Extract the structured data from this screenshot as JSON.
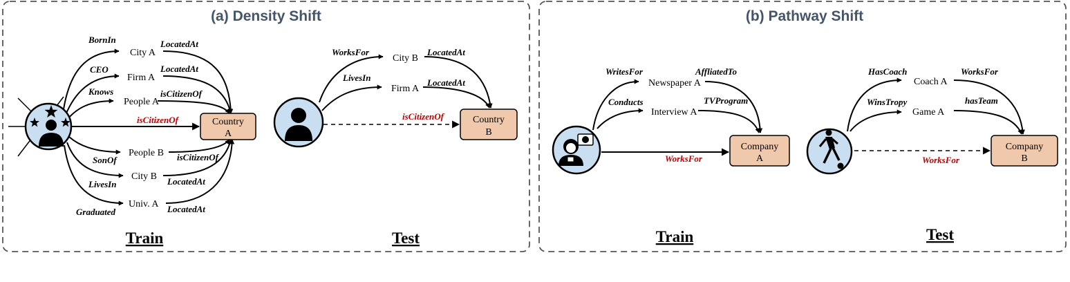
{
  "colors": {
    "box_fill": "#f0c9ac",
    "icon_fill": "#c9def0",
    "highlight_relation": "#c00000",
    "title": "#44546a"
  },
  "panel_a": {
    "title": "(a) Density Shift",
    "train": {
      "label": "Train",
      "icon": "celebrity-icon",
      "neighbors": [
        "City A",
        "Firm A",
        "People A",
        "People B",
        "City B",
        "Univ. A"
      ],
      "in_relations": [
        "BornIn",
        "CEO",
        "Knows",
        "SonOf",
        "LivesIn",
        "Graduated"
      ],
      "out_relations": [
        "LocatedAt",
        "LocatedAt",
        "isCitizenOf",
        "isCitizenOf",
        "LocatedAt",
        "LocatedAt"
      ],
      "direct_relation": "isCitizenOf",
      "target": [
        "Country",
        "A"
      ]
    },
    "test": {
      "label": "Test",
      "icon": "person-icon",
      "neighbors": [
        "City B",
        "Firm A"
      ],
      "in_relations": [
        "WorksFor",
        "LivesIn"
      ],
      "out_relations": [
        "LocatedAt",
        "LocatedAt"
      ],
      "query_relation": "isCitizenOf",
      "target": [
        "Country",
        "B"
      ]
    }
  },
  "panel_b": {
    "title": "(b) Pathway Shift",
    "train": {
      "label": "Train",
      "icon": "journalist-icon",
      "neighbors": [
        "Newspaper A",
        "Interview A"
      ],
      "in_relations": [
        "WritesFor",
        "Conducts"
      ],
      "out_relations": [
        "AffliatedTo",
        "TVProgram"
      ],
      "direct_relation": "WorksFor",
      "target": [
        "Company",
        "A"
      ]
    },
    "test": {
      "label": "Test",
      "icon": "soccer-player-icon",
      "neighbors": [
        "Coach A",
        "Game A"
      ],
      "in_relations": [
        "HasCoach",
        "WinsTropy"
      ],
      "out_relations": [
        "WorksFor",
        "hasTeam"
      ],
      "query_relation": "WorksFor",
      "target": [
        "Company",
        "B"
      ]
    }
  }
}
